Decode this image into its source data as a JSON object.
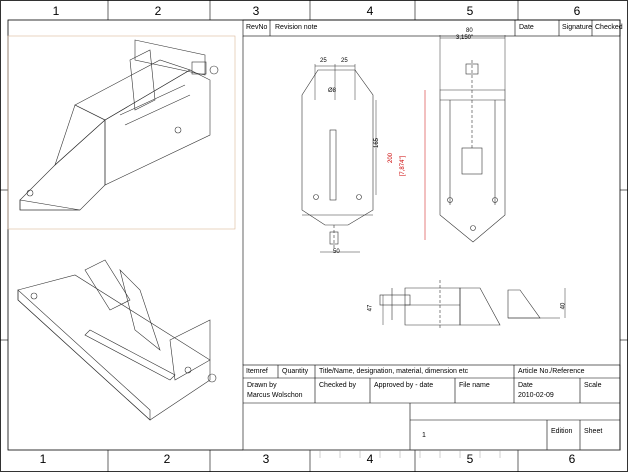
{
  "zones": {
    "top": [
      "1",
      "2",
      "3",
      "4",
      "5",
      "6"
    ],
    "bottom": [
      "1",
      "2",
      "3",
      "4",
      "5",
      "6"
    ]
  },
  "revision_table": {
    "rev_no": "RevNo",
    "revision_note": "Revision note",
    "date": "Date",
    "signature": "Signature",
    "checked": "Checked"
  },
  "dimensions": {
    "width_top": "80",
    "width_top_inch": "3,150\"",
    "left_25": "25",
    "right_25": "25",
    "hole": "Ø8",
    "slot_165": "165",
    "base_50": "50",
    "height_200": "200",
    "height_200_inch": "[7,874\"]",
    "side_47": "47",
    "side_40": "40"
  },
  "title_block": {
    "itemref": "Itemref",
    "quantity": "Quantity",
    "title_name": "Title/Name, designation, material, dimension etc",
    "article_no": "Article No./Reference",
    "drawn_by_label": "Drawn by",
    "drawn_by_value": "Marcus Wolschon",
    "checked_by": "Checked by",
    "approved_by": "Approved by - date",
    "file_name": "File name",
    "date_label": "Date",
    "date_value": "2010-02-09",
    "scale": "Scale",
    "sheet_value": "1",
    "edition": "Edition",
    "sheet_label": "Sheet"
  }
}
